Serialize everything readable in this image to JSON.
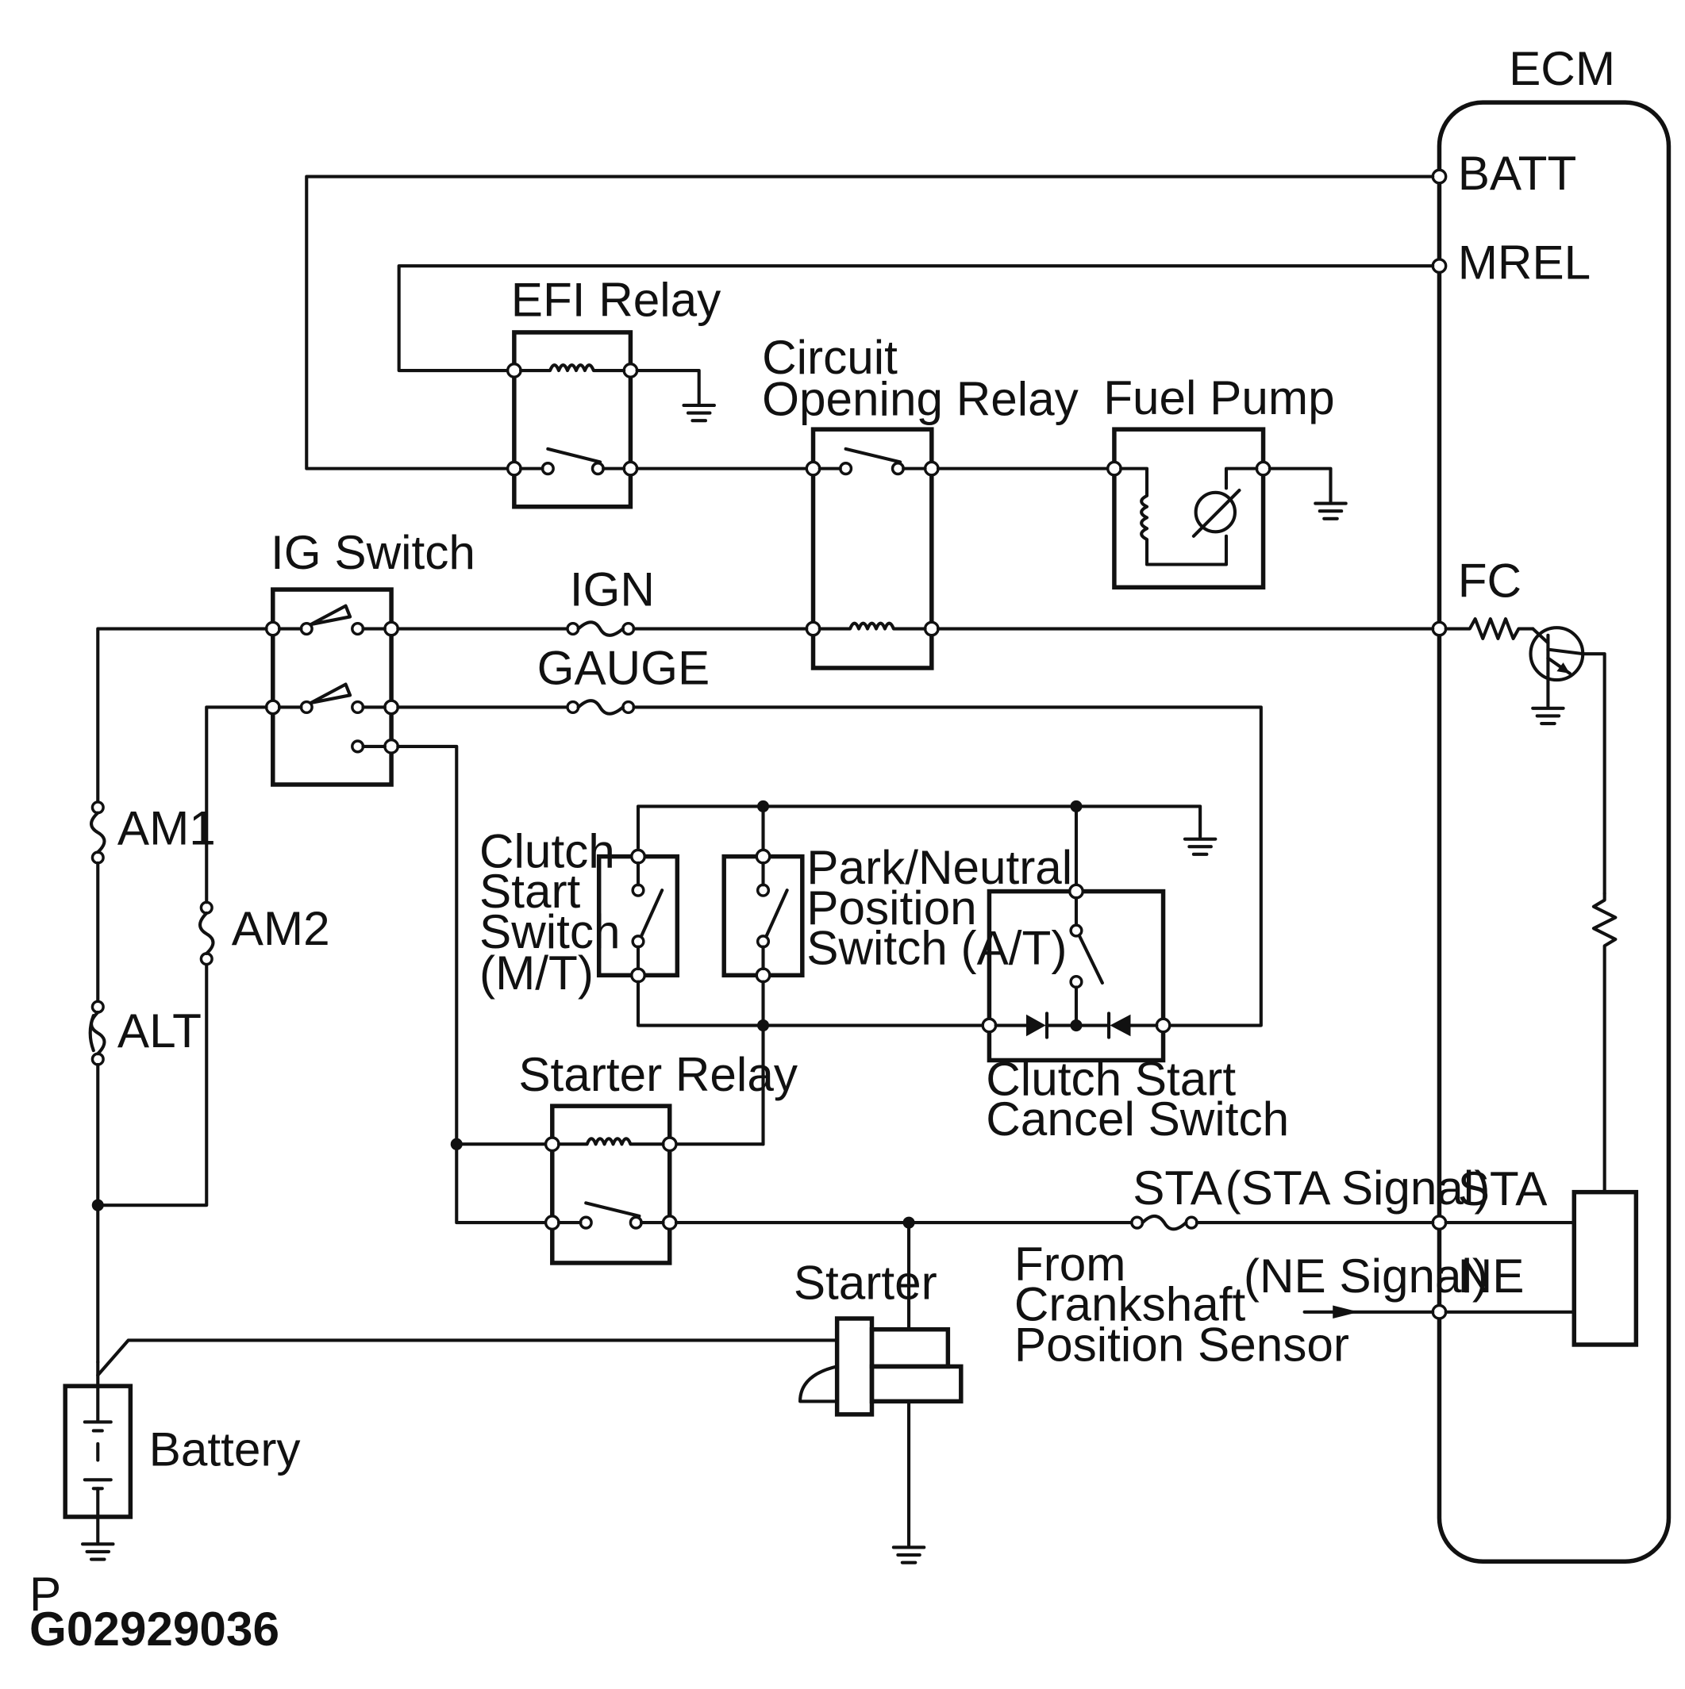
{
  "labels": {
    "ecm": "ECM",
    "batt": "BATT",
    "mrel": "MREL",
    "fc": "FC",
    "sta_pin": "STA",
    "ne_pin": "NE",
    "efi_relay": "EFI Relay",
    "circuit_opening_relay_1": "Circuit",
    "circuit_opening_relay_2": "Opening Relay",
    "fuel_pump": "Fuel Pump",
    "ig_switch": "IG Switch",
    "ign": "IGN",
    "gauge": "GAUGE",
    "am1": "AM1",
    "am2": "AM2",
    "alt": "ALT",
    "clutch_start_switch_1": "Clutch",
    "clutch_start_switch_2": "Start",
    "clutch_start_switch_3": "Switch",
    "clutch_start_switch_4": "(M/T)",
    "pnp_switch_1": "Park/Neutral",
    "pnp_switch_2": "Position",
    "pnp_switch_3": "Switch (A/T)",
    "clutch_cancel_1": "Clutch Start",
    "clutch_cancel_2": "Cancel Switch",
    "starter_relay": "Starter Relay",
    "sta_fuse": "STA",
    "sta_signal": "(STA Signal)",
    "ne_signal": "(NE Signal)",
    "from_1": "From",
    "from_2": "Crankshaft",
    "from_3": "Position Sensor",
    "starter": "Starter",
    "battery": "Battery",
    "corner_p": "P",
    "figure_id": "G02929036"
  }
}
